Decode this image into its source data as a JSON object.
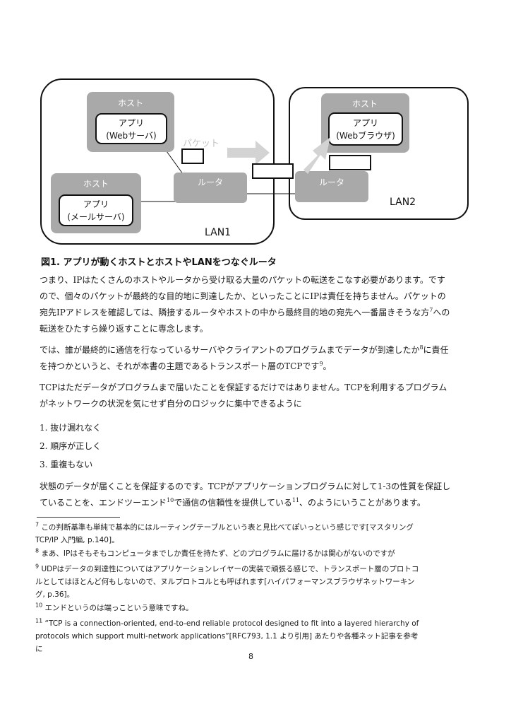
{
  "figure": {
    "lan1_label": "LAN1",
    "lan2_label": "LAN2",
    "host_label": "ホスト",
    "router_label": "ルータ",
    "packet_label": "パケット",
    "web_server_app": [
      "アプリ",
      "(Webサーバ)"
    ],
    "mail_server_app": [
      "アプリ",
      "(メールサーバ)"
    ],
    "web_browser_app": [
      "アプリ",
      "(Webブラウザ)"
    ],
    "colors": {
      "box_gray": "#a9a9a9",
      "arrow_gray": "#d3d3d3",
      "outline": "#111111"
    }
  },
  "caption": "図1. アプリが動くホストとホストやLANをつなぐルータ",
  "paragraphs": {
    "p1": {
      "lines": [
        "つまり、IPはたくさんのホストやルータから受け取る大量のパケットの転送をこなす必要があります。です",
        "ので、個々のパケットが最終的な目的地に到達したか、といったことにIPは責任を持ちません。パケットの"
      ],
      "line3_before": "宛先IPアドレスを確認しては、隣接するルータやホストの中から最終目的地の宛先へ一番届きそうな方",
      "line3_fn": "7",
      "line3_after": "への",
      "line4": "転送をひたすら繰り返すことに専念します。"
    },
    "p2": {
      "line1_before": "では、誰が最終的に通信を行なっているサーバやクライアントのプログラムまでデータが到達したか",
      "line1_fn": "8",
      "line1_after": "に責任",
      "line2_before": "を持つかというと、それが本書の主題であるトランスポート層のTCPです",
      "line2_fn": "9",
      "line2_after": "。"
    },
    "p3": {
      "lines": [
        "TCPはただデータがプログラムまで届いたことを保証するだけではありません。TCPを利用するプログラム",
        "がネットワークの状況を気にせず自分のロジックに集中できるように"
      ]
    },
    "list": [
      "1.  抜け漏れなく",
      "2.  順序が正しく",
      "3.  重複もない"
    ],
    "p4": {
      "line1": "状態のデータが届くことを保証するのです。TCPがアプリケーションプログラムに対して1-3の性質を保証し",
      "line2_before": "ていることを、エンドツーエンド",
      "line2_fn1": "10",
      "line2_mid": "で通信の信頼性を提供している",
      "line2_fn2": "11",
      "line2_after": "、のようにいうことがあります。"
    }
  },
  "footnotes": [
    {
      "num": "7",
      "lines": [
        "この判断基準も単純で基本的にはルーティングテーブルという表と見比べてぽいっという感じです[マスタリング",
        "TCP/IP 入門編, p.140]。"
      ]
    },
    {
      "num": "8",
      "lines": [
        "まあ、IPはそもそもコンピュータまでしか責任を持たず、どのプログラムに届けるかは関心がないのですが"
      ]
    },
    {
      "num": "9",
      "lines": [
        "UDPはデータの到達性についてはアプリケーションレイヤーの実装で頑張る感じで、トランスポート層のプロトコ",
        "ルとしてはほとんど何もしないので、ヌルプロトコルとも呼ばれます[ハイパフォーマンスブラウザネットワーキン",
        "グ, p.36]。"
      ]
    },
    {
      "num": "10",
      "lines": [
        "エンドというのは端っこという意味ですね。"
      ]
    },
    {
      "num": "11",
      "lines": [
        "“TCP is a connection-oriented, end-to-end reliable protocol designed to fit into a layered hierarchy of",
        "protocols which support multi-network applications”[RFC793, 1.1 より引用] あたりや各種ネット記事を参考",
        "に"
      ]
    }
  ],
  "page_number": "8"
}
